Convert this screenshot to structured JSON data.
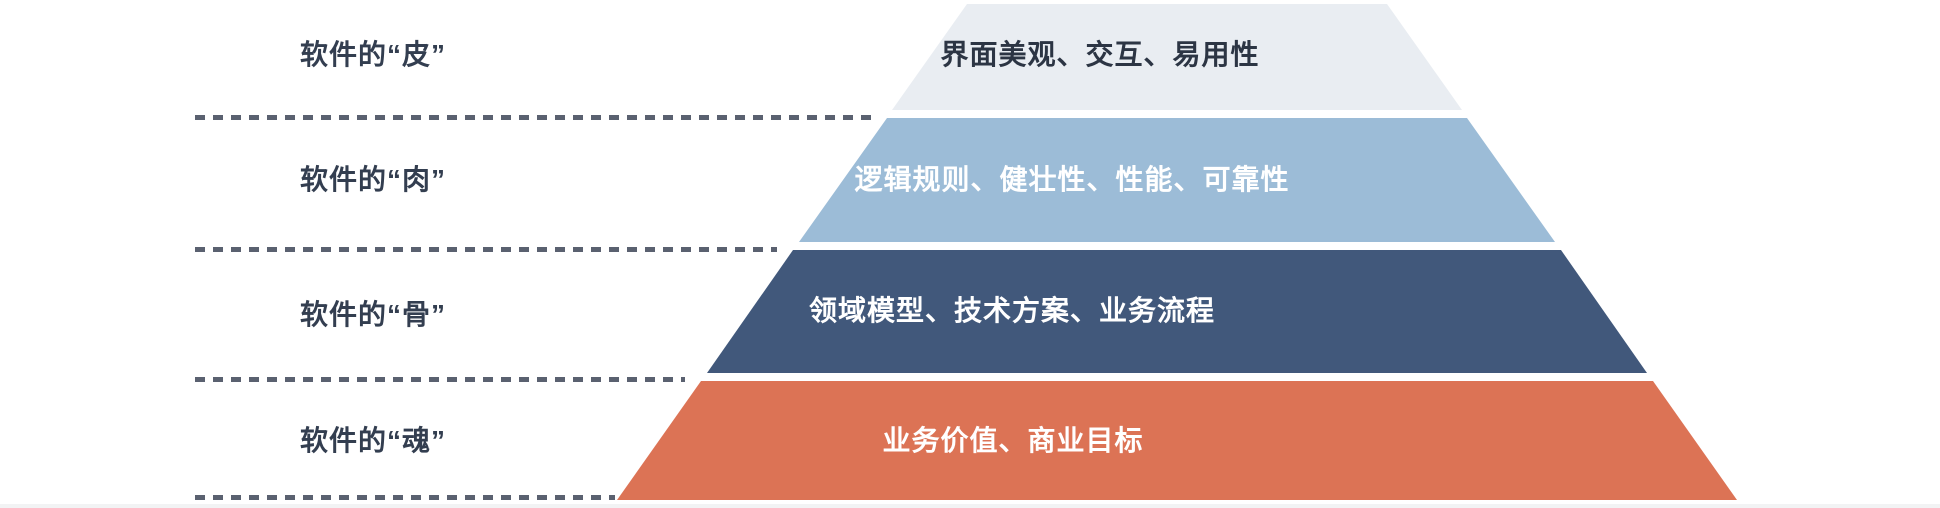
{
  "diagram": {
    "type": "pyramid",
    "layers": [
      {
        "side_label": "软件的“皮”",
        "caption": "界面美观、交互、易用性",
        "color": "#e9edf2",
        "caption_color": "#2c3544"
      },
      {
        "side_label": "软件的“肉”",
        "caption": "逻辑规则、健壮性、性能、可靠性",
        "color": "#9cbcd7",
        "caption_color": "#ffffff"
      },
      {
        "side_label": "软件的“骨”",
        "caption": "领域模型、技术方案、业务流程",
        "color": "#41587b",
        "caption_color": "#ffffff"
      },
      {
        "side_label": "软件的“魂”",
        "caption": "业务价值、商业目标",
        "color": "#dc7355",
        "caption_color": "#ffffff"
      }
    ],
    "separator_color": "#5a6170",
    "side_label_color": "#333e50",
    "background": "#ffffff"
  }
}
